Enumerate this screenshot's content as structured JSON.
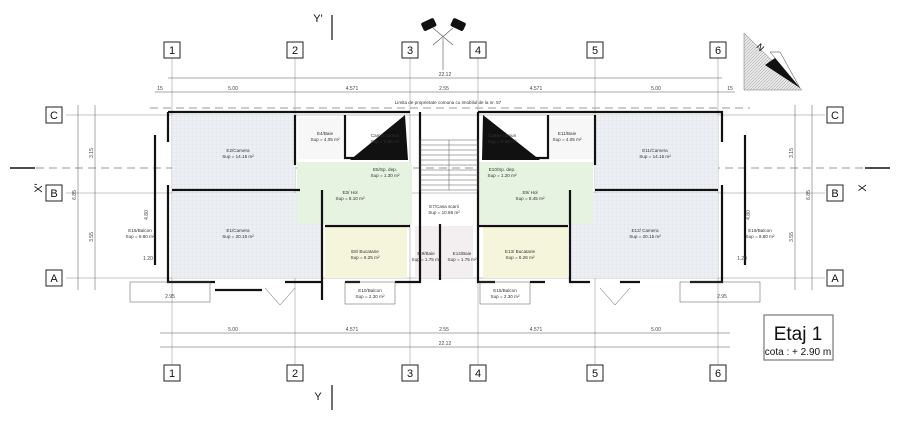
{
  "drawing": {
    "property_limit": "Limita de proprietate comuna cu imobilul de la nr. 57",
    "stamp": {
      "title": "Etaj 1",
      "level": "cota : + 2.90 m"
    },
    "north_label": "N",
    "section_labels": {
      "x_left": "X'",
      "x_right": "X",
      "y_top": "Y'",
      "y_bottom": "Y"
    },
    "grid_columns": [
      "1",
      "2",
      "3",
      "4",
      "5",
      "6"
    ],
    "grid_rows": [
      "C",
      "B",
      "A"
    ],
    "dimensions_top": {
      "total": "22.12",
      "segments": [
        "15",
        "5.00",
        "4.571",
        "2.55",
        "4.571",
        "5.00",
        "15"
      ]
    },
    "dimensions_bottom": {
      "total": "22.12",
      "segments": [
        "5.00",
        "4.571",
        "2.55",
        "4.571",
        "5.00"
      ]
    },
    "dimensions_left": [
      "3.15",
      "3.55",
      "6.85",
      "1.20",
      "2.95",
      "4.80"
    ],
    "dimensions_right": [
      "3.15",
      "3.55",
      "6.85",
      "1.20",
      "2.95",
      "4.80"
    ],
    "rooms": [
      {
        "name": "E2/Camera",
        "area": "Sup = 14.15 m²"
      },
      {
        "name": "E1/Camera",
        "area": "Sup = 20.15 m²"
      },
      {
        "name": "E4/Baie",
        "area": "Sup = 4.05 m²"
      },
      {
        "name": "Camin comun",
        "area": "Sup = 0.85 m²"
      },
      {
        "name": "E5/Sp. dep.",
        "area": "Sup = 1.30 m²"
      },
      {
        "name": "E3/ Hol",
        "area": "Sup = 8.10 m²"
      },
      {
        "name": "E7/Casa scarii",
        "area": "Sup = 10.86 m²"
      },
      {
        "name": "E8/ Bucatarie",
        "area": "Sup = 6.25 m²"
      },
      {
        "name": "E 9/Baie",
        "area": "Sup = 1.75 m²"
      },
      {
        "name": "E10/Balcon",
        "area": "Sup = 2.30 m²"
      },
      {
        "name": "E16/Balcon",
        "area": "Sup = 9.80 m²"
      },
      {
        "name": "E11/Baie",
        "area": "Sup = 4.05 m²"
      },
      {
        "name": "Camin comun",
        "area": "Sup = 0.85 m²"
      },
      {
        "name": "E10/Sp. dep.",
        "area": "Sup = 1.20 m²"
      },
      {
        "name": "E9/ Hol",
        "area": "Sup = 8.45 m²"
      },
      {
        "name": "E11/Camera",
        "area": "Sup = 14.15 m²"
      },
      {
        "name": "E12/ Camera",
        "area": "Sup = 20.15 m²"
      },
      {
        "name": "E13/ Bucatarie",
        "area": "Sup = 6.26 m²"
      },
      {
        "name": "E14/Baie",
        "area": "Sup = 1.75 m²"
      },
      {
        "name": "E15/Balcon",
        "area": "Sup = 2.30 m²"
      },
      {
        "name": "E19/Balcon",
        "area": "Sup = 9.80 m²"
      }
    ],
    "colors": {
      "room_fill": "#eceff4",
      "hall_fill": "#e5f3e0",
      "kitchen_fill": "#f5f5dc",
      "wall": "#111111"
    }
  }
}
